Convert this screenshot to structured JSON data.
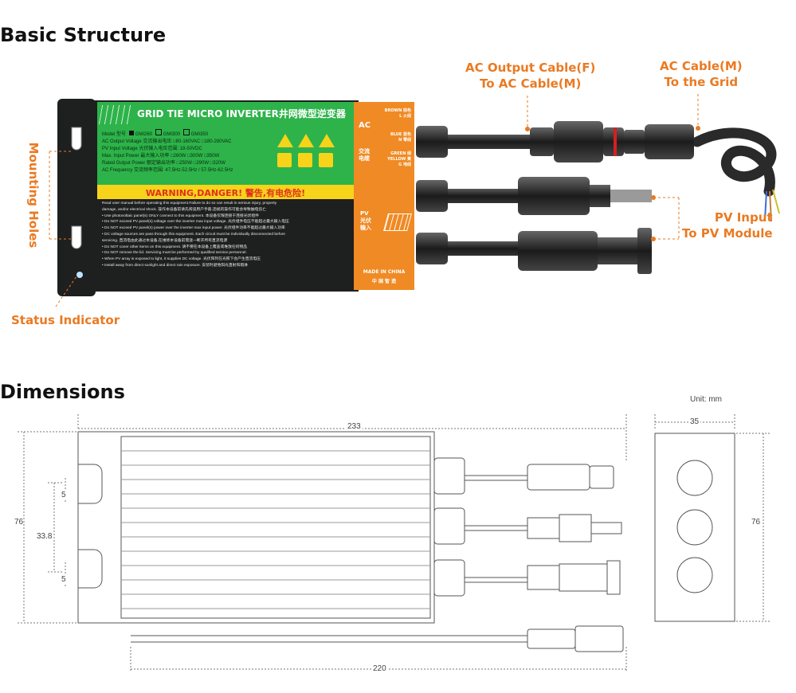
{
  "headings": {
    "basic_structure": "Basic Structure",
    "dimensions": "Dimensions"
  },
  "callouts": {
    "mounting_holes": "Mounting Holes",
    "status_indicator": "Status Indicator",
    "ac_output_line1": "AC Output Cable(F)",
    "ac_output_line2": "To AC Cable(M)",
    "ac_cable_line1": "AC Cable(M)",
    "ac_cable_line2": "To the Grid",
    "pv_input_line1": "PV Input",
    "pv_input_line2": "To PV Module"
  },
  "label_panel": {
    "title": "GRID TIE MICRO INVERTER井网微型逆变器",
    "model_label": "Model 型号",
    "models": [
      "GMI260",
      "GMI300",
      "GMI350"
    ],
    "spec_rows": [
      {
        "label": "AC Output Voltage 交流输出电压",
        "values": [
          "80-160VAC",
          "180-280VAC"
        ]
      },
      {
        "label": "PV Input Voltage 光伏输入电压范围: 18-50VDC",
        "values": []
      },
      {
        "label": "Max. Input Power 最大输入功率",
        "values": [
          "260W",
          "300W",
          "350W"
        ]
      },
      {
        "label": "Rated Output Power 额定输出功率",
        "values": [
          "250W",
          "290W",
          "320W"
        ]
      },
      {
        "label": "AC Frequency 交流频率范围: 47.5Hz-52.5Hz / 57.5Hz-62.5Hz",
        "values": []
      }
    ],
    "warning": "WARNING,DANGER! 警告,有电危险!",
    "warning_lines": [
      "Read user manual before operating this equipment.Failure to do so can result in serious injury, property",
      "damage, and/or electrical shock. 操作本设备前请先阅读用户手册,违规的操作可能会导致触电伤亡",
      "• Use photovoltaic panel(s) ONLY connect to this equipment. 本设备仅限连接于连接光伏组件",
      "• Do NOT exceed PV panel(s) voltage over the inverter max input voltage. 光伏组件电压不能超过最大输入电压",
      "• Do NOT exceed PV panel(s) power over the inverter max input power. 光伏组件功率不能超过最大输入功率",
      "• DC voltage sources are pass through this equipment. Each circuit must be individually disconnected before",
      "  servicing. 直流电由此通过本设备,在维修本设备前需逐一断开所有直流电源",
      "• Do NOT cover other items on this equipment. 请不要在本设备上覆盖或堆放任何物品",
      "• Do NOT remove the lid. Servicing must be performed by qualified service personnel.",
      "• When PV array is exposed to light, it supplies DC voltage. 光伏阵列在光照下会产生直流电压",
      "• Install away from direct sunlight and direct rain exposure. 安装时避免阳光直射和雨淋"
    ],
    "ac_tag": "AC",
    "ac_tag_cn": "交流\n电缆",
    "wire_brown": "BROWN 棕色\nL 火线",
    "wire_blue": "BLUE 蓝色\nN 零线",
    "wire_green": "GREEN 绿\nYELLOW 黄\nG 地线",
    "pv_tag": "PV\n光伏\n输入",
    "made_in": "MADE IN CHINA",
    "made_in_cn": "中 国 智 造"
  },
  "dimensions": {
    "unit": "Unit: mm",
    "length": "233",
    "height": "76",
    "hole_spacing": "33.8",
    "slot_top": "5",
    "slot_bottom": "5",
    "cable_length": "220",
    "side_width": "35",
    "side_height": "76"
  },
  "colors": {
    "accent_orange": "#ea7a22",
    "label_green": "#2db34a",
    "panel_orange": "#f08a24",
    "body_dark": "#1e1f1f",
    "warning_yellow": "#f7d31a"
  }
}
